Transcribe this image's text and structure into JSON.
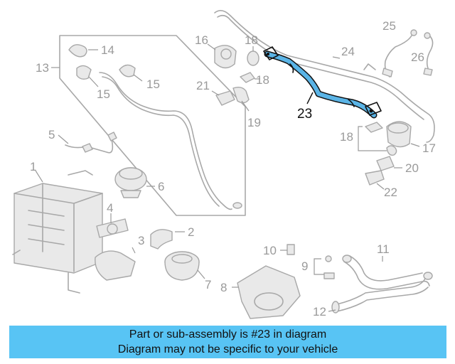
{
  "diagram": {
    "callouts": [
      "1",
      "2",
      "3",
      "4",
      "5",
      "6",
      "7",
      "8",
      "9",
      "10",
      "11",
      "12",
      "13",
      "14",
      "15",
      "15",
      "16",
      "17",
      "18",
      "18",
      "18",
      "19",
      "20",
      "21",
      "22",
      "23",
      "24",
      "25",
      "26"
    ],
    "highlighted_callout": "23",
    "highlight_color": "#5ab4e6",
    "banner_color": "#58c4f4"
  },
  "banner": {
    "line1": "Part or sub-assembly is #23 in diagram",
    "line2": "Diagram may not be specific to your vehicle"
  }
}
